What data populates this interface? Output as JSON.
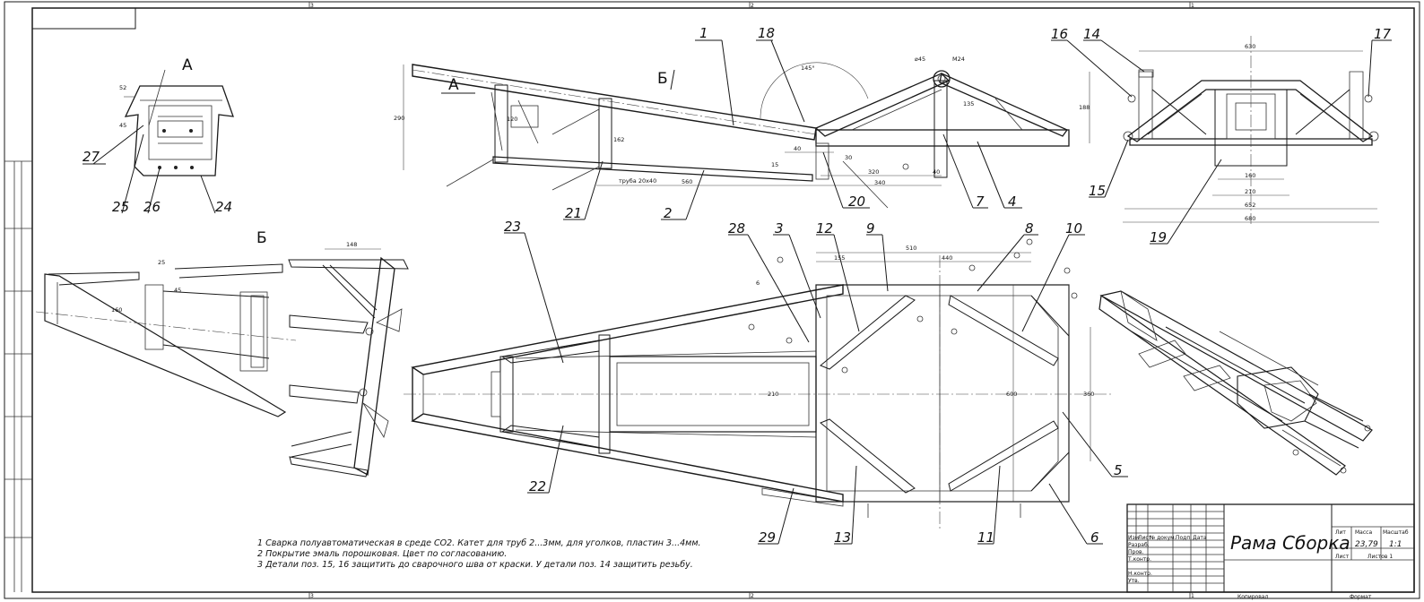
{
  "views": {
    "section_a": "А",
    "section_b": "Б"
  },
  "callouts": {
    "c1": "1",
    "c2": "2",
    "c3": "3",
    "c4": "4",
    "c5": "5",
    "c6": "6",
    "c7": "7",
    "c8": "8",
    "c9": "9",
    "c10": "10",
    "c11": "11",
    "c12": "12",
    "c13": "13",
    "c14": "14",
    "c15": "15",
    "c16": "16",
    "c17": "17",
    "c18": "18",
    "c19": "19",
    "c20": "20",
    "c21": "21",
    "c22": "22",
    "c23": "23",
    "c24": "24",
    "c25": "25",
    "c26": "26",
    "c27": "27",
    "c28": "28",
    "c29": "29"
  },
  "dimensions": {
    "side_290": "290",
    "side_560": "560",
    "side_340": "340",
    "side_320": "320",
    "side_30": "30",
    "side_40": "40",
    "side_188": "188",
    "side_135": "135",
    "side_145deg": "145°",
    "side_m24": "M24",
    "side_d45": "⌀45",
    "side_pipe": "труба 20х40",
    "side_162": "162",
    "side_15": "15",
    "side_120": "120",
    "side_40b": "40",
    "front_630": "630",
    "front_652": "652",
    "front_680": "680",
    "front_210": "210",
    "front_160": "160",
    "top_510": "510",
    "top_440": "440",
    "top_155": "155",
    "top_600": "600",
    "top_360": "360",
    "top_210": "210",
    "top_6": "6",
    "b_148": "148",
    "b_25": "25",
    "b_45": "45",
    "b_160": "160",
    "a_52": "52",
    "a_45": "45"
  },
  "notes": {
    "n1": "1 Сварка полуавтоматическая в среде СО2. Катет для труб 2...3мм, для уголков, пластин 3...4мм.",
    "n2": "2 Покрытие эмаль порошковая. Цвет по согласованию.",
    "n3": "3 Детали поз. 15, 16 защитить до сварочного шва от краски. У детали поз. 14 защитить резьбу."
  },
  "title_block": {
    "title": "Рама Сборка",
    "mass_label": "Масса",
    "scale_label": "Масштаб",
    "lit_label": "Лит",
    "mass": "23,79",
    "scale": "1:1",
    "sheet_label": "Лист",
    "sheets_label": "Листов 1",
    "col_izm": "Изм",
    "col_list": "Лист",
    "col_doc": "№ докум.",
    "col_sign": "Подп.",
    "col_date": "Дата",
    "row_razrab": "Разраб.",
    "row_prov": "Пров.",
    "row_tkontr": "Т.контр.",
    "row_nkontr": "Н.контр.",
    "row_utv": "Утв.",
    "copied": "Копировал",
    "format": "Формат"
  },
  "zones": {
    "z3": "3",
    "z2": "2",
    "z1": "1"
  }
}
